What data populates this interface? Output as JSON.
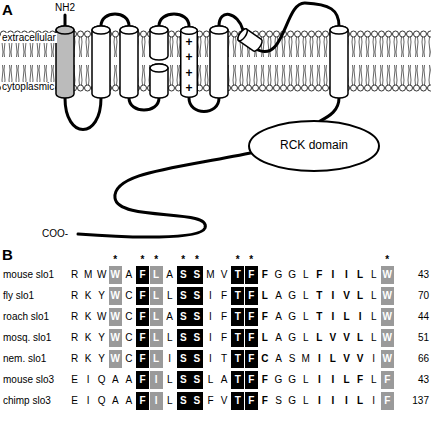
{
  "diagram": {
    "nodes": [
      {
        "text": [
          "+",
          "+",
          "+",
          "+"
        ]
      },
      {
        "text": [
          "RCK domain"
        ]
      }
    ],
    "labels": [
      "A",
      "NH2",
      "extracellular",
      "cytoplasmic",
      "COO-",
      "B",
      "*",
      "*",
      "*",
      "*",
      "*",
      "*",
      "*",
      "*",
      "mouse slo1",
      "R",
      "M",
      "W",
      "W",
      "A",
      "F",
      "L",
      "A",
      "S",
      "S",
      "M",
      "V",
      "T",
      "F",
      "F",
      "G",
      "G",
      "L",
      "F",
      "I",
      "I",
      "L",
      "L",
      "W",
      "43",
      "fly slo1",
      "R",
      "K",
      "Y",
      "W",
      "C",
      "F",
      "L",
      "L",
      "S",
      "S",
      "I",
      "F",
      "T",
      "F",
      "L",
      "A",
      "G",
      "L",
      "T",
      "I",
      "V",
      "L",
      "L",
      "W",
      "70",
      "roach slo1",
      "R",
      "K",
      "W",
      "W",
      "C",
      "F",
      "L",
      "A",
      "S",
      "S",
      "I",
      "F",
      "T",
      "F",
      "F",
      "A",
      "G",
      "L",
      "T",
      "I",
      "L",
      "I",
      "L",
      "W",
      "44",
      "mosq. slo1",
      "R",
      "K",
      "Y",
      "W",
      "C",
      "F",
      "L",
      "L",
      "S",
      "S",
      "I",
      "F",
      "T",
      "F",
      "L",
      "A",
      "G",
      "L",
      "L",
      "V",
      "V",
      "L",
      "L",
      "W",
      "51",
      "nem. slo1",
      "R",
      "K",
      "Y",
      "W",
      "C",
      "F",
      "L",
      "I",
      "S",
      "S",
      "I",
      "T",
      "T",
      "F",
      "C",
      "A",
      "S",
      "M",
      "I",
      "L",
      "V",
      "V",
      "I",
      "W",
      "66",
      "mouse slo3",
      "E",
      "I",
      "Q",
      "A",
      "A",
      "F",
      "I",
      "L",
      "S",
      "S",
      "L",
      "A",
      "T",
      "F",
      "F",
      "G",
      "G",
      "L",
      "I",
      "I",
      "L",
      "F",
      "L",
      "F",
      "43",
      "chimp slo3",
      "E",
      "I",
      "Q",
      "A",
      "A",
      "F",
      "I",
      "L",
      "S",
      "S",
      "F",
      "V",
      "T",
      "F",
      "F",
      "S",
      "G",
      "L",
      "I",
      "I",
      "I",
      "L",
      "I",
      "F",
      "137"
    ]
  }
}
